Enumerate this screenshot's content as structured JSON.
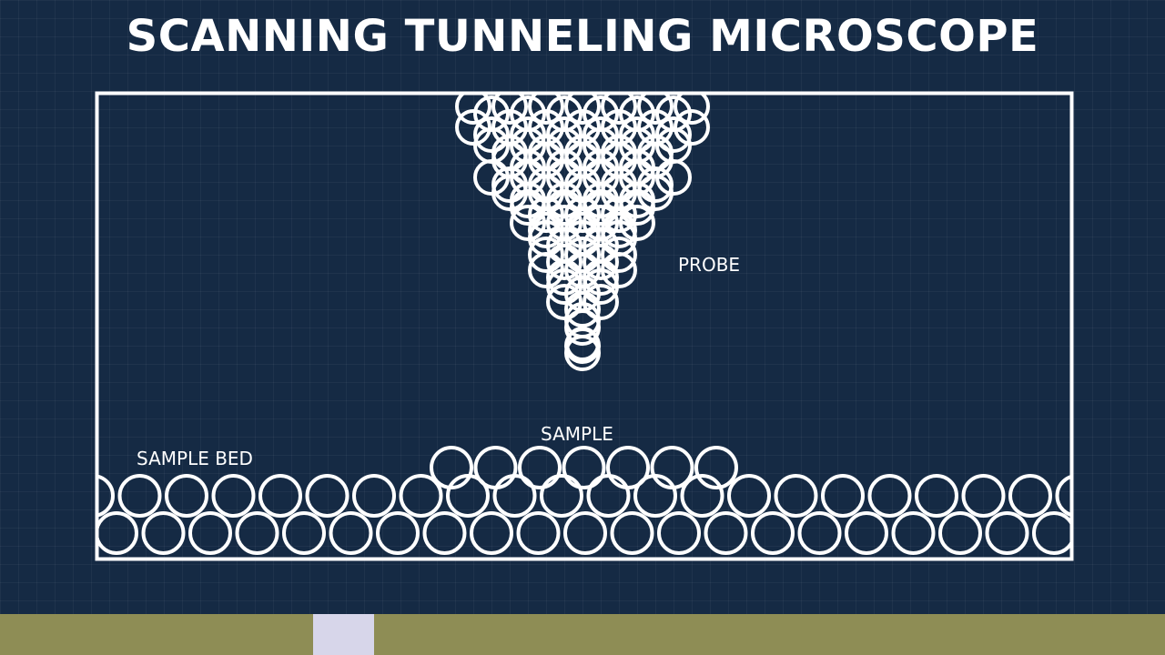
{
  "title": "SCANNING TUNNELING MICROSCOPE",
  "labels": {
    "probe": "PROBE",
    "sample": "SAMPLE",
    "sample_bed": "SAMPLE BED"
  },
  "colors": {
    "background": "#152a44",
    "stroke": "#ffffff",
    "bottom_bar": "#8e8d55",
    "bottom_marker": "#d7d6ea"
  }
}
